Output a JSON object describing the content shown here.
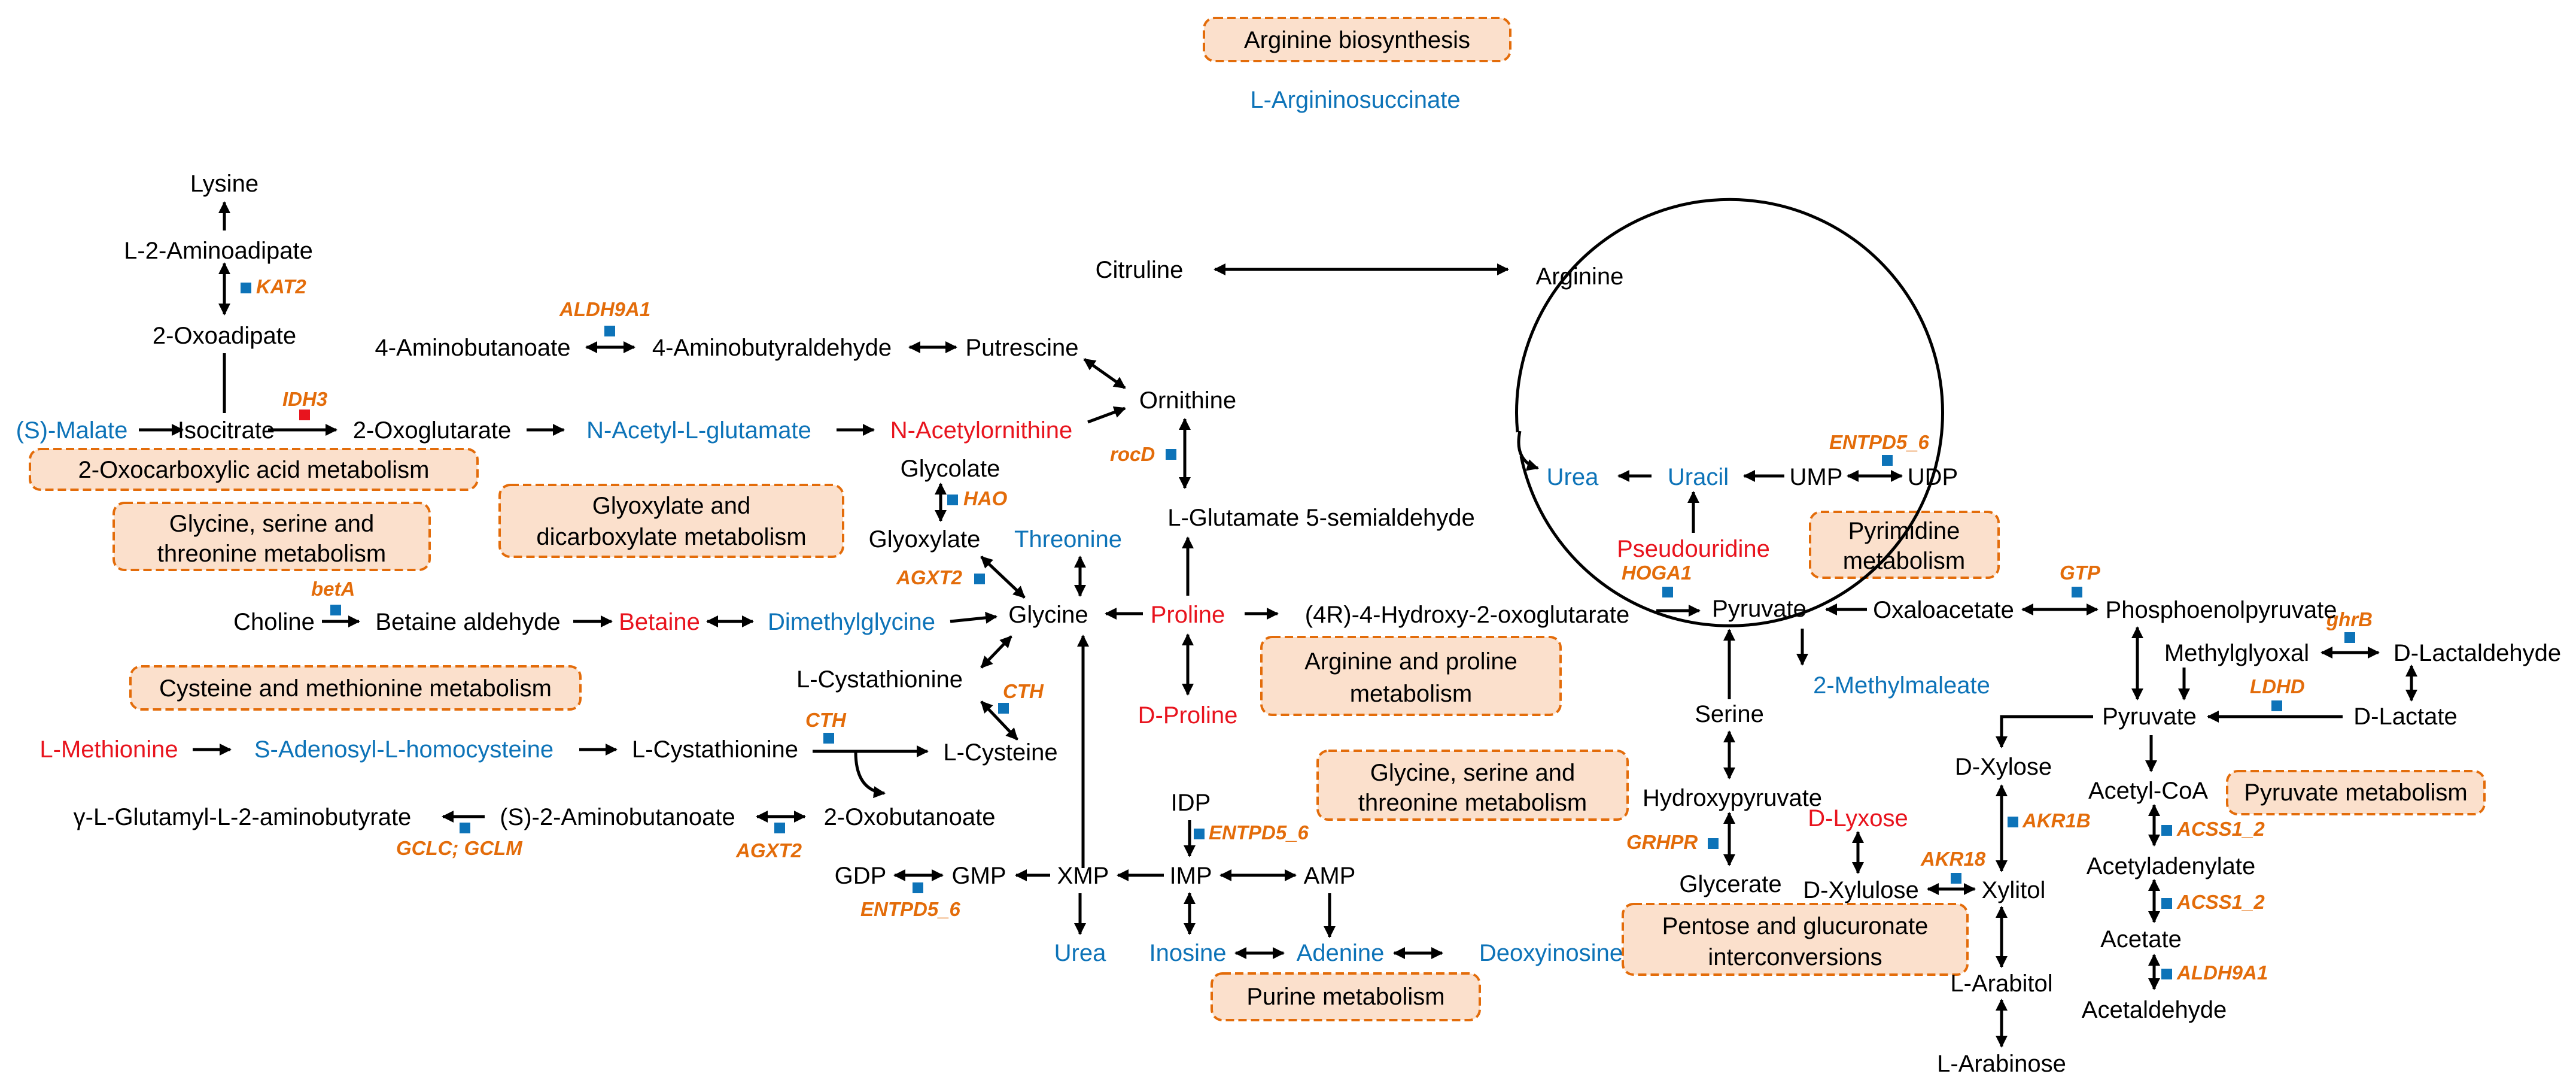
{
  "colors": {
    "metabolite": "#000000",
    "up": "#e8141e",
    "down": "#0d73b8",
    "gene_label": "#e36c0a",
    "gene_marker": "#0d73b8",
    "gene_marker_up": "#e8141e",
    "pathway_fill": "#fbe0cc",
    "pathway_border": "#e36c0a"
  },
  "metabolites": {
    "l_argininosuccinate": "L-Argininosuccinate",
    "citruline": "Citruline",
    "arginine": "Arginine",
    "lysine": "Lysine",
    "l2_aminoadipate": "L-2-Aminoadipate",
    "oxoadipate": "2-Oxoadipate",
    "aminobutanoate4": "4-Aminobutanoate",
    "aminobutyraldehyde": "4-Aminobutyraldehyde",
    "putrescine": "Putrescine",
    "ornithine": "Ornithine",
    "s_malate": "(S)-Malate",
    "isocitrate": "Isocitrate",
    "oxoglutarate": "2-Oxoglutarate",
    "n_acetyl_glutamate": "N-Acetyl-L-glutamate",
    "n_acetylornithine": "N-Acetylornithine",
    "urea_right": "Urea",
    "uracil": "Uracil",
    "ump": "UMP",
    "udp": "UDP",
    "glycolate": "Glycolate",
    "glyoxylate": "Glyoxylate",
    "threonine": "Threonine",
    "glutamate_semialdehyde": "L-Glutamate 5-semialdehyde",
    "pseudouridine": "Pseudouridine",
    "choline": "Choline",
    "betaine_aldehyde": "Betaine aldehyde",
    "betaine": "Betaine",
    "dimethylglycine": "Dimethylglycine",
    "glycine": "Glycine",
    "proline": "Proline",
    "hydroxy_oxoglutarate": "(4R)-4-Hydroxy-2-oxoglutarate",
    "pyruvate_mid": "Pyruvate",
    "oxaloacetate": "Oxaloacetate",
    "phosphoenolpyruvate": "Phosphoenolpyruvate",
    "methylglyoxal": "Methylglyoxal",
    "d_lactaldehyde": "D-Lactaldehyde",
    "methylmaleate": "2-Methylmaleate",
    "l_cystathionine_a": "L-Cystathionine",
    "d_proline": "D-Proline",
    "serine": "Serine",
    "pyruvate_right": "Pyruvate",
    "d_lactate": "D-Lactate",
    "l_methionine": "L-Methionine",
    "s_adenosyl_homocysteine": "S-Adenosyl-L-homocysteine",
    "l_cystathionine_b": "L-Cystathionine",
    "l_cysteine": "L-Cysteine",
    "d_xylose": "D-Xylose",
    "acetyl_coa": "Acetyl-CoA",
    "hydroxypyruvate": "Hydroxypyruvate",
    "glutamyl_aminobutyrate": "γ-L-Glutamyl-L-2-aminobutyrate",
    "aminobutanoate2": "(S)-2-Aminobutanoate",
    "oxobutanoate": "2-Oxobutanoate",
    "idp": "IDP",
    "d_lyxose": "D-Lyxose",
    "acetyladenylate": "Acetyladenylate",
    "gdp": "GDP",
    "gmp": "GMP",
    "xmp": "XMP",
    "imp": "IMP",
    "amp": "AMP",
    "glycerate": "Glycerate",
    "d_xylulose": "D-Xylulose",
    "xylitol": "Xylitol",
    "acetate": "Acetate",
    "urea_left": "Urea",
    "inosine": "Inosine",
    "adenine": "Adenine",
    "deoxyinosine": "Deoxyinosine",
    "l_arabitol": "L-Arabitol",
    "acetaldehyde": "Acetaldehyde",
    "l_arabinose": "L-Arabinose"
  },
  "genes": {
    "kat2": "KAT2",
    "aldh9a1_top": "ALDH9A1",
    "idh3": "IDH3",
    "rocd": "rocD",
    "entpd5_6_top": "ENTPD5_6",
    "hao": "HAO",
    "agxt2_top": "AGXT2",
    "hoga1": "HOGA1",
    "gtp": "GTP",
    "ghrb": "ghrB",
    "beta": "betA",
    "cth_top": "CTH",
    "ldhd": "LDHD",
    "cth_bottom": "CTH",
    "akr1b": "AKR1B",
    "acss1_2_top": "ACSS1_2",
    "entpd5_6_mid": "ENTPD5_6",
    "gclc_gclm": "GCLC; GCLM",
    "agxt2_bottom": "AGXT2",
    "grhpr": "GRHPR",
    "akr18": "AKR18",
    "acss1_2_bottom": "ACSS1_2",
    "entpd5_6_bottom": "ENTPD5_6",
    "aldh9a1_bottom": "ALDH9A1"
  },
  "pathways": {
    "arginine_biosynthesis": "Arginine biosynthesis",
    "oxocarboxylic": "2-Oxocarboxylic acid metabolism",
    "gly_ser_thr_left_l1": "Glycine, serine and",
    "gly_ser_thr_left_l2": "threonine metabolism",
    "glyoxylate_l1": "Glyoxylate and",
    "glyoxylate_l2": "dicarboxylate metabolism",
    "pyrimidine_l1": "Pyrimidine",
    "pyrimidine_l2": "metabolism",
    "cys_met": "Cysteine and methionine metabolism",
    "arg_pro_l1": "Arginine and proline",
    "arg_pro_l2": "metabolism",
    "gly_ser_thr_mid_l1": "Glycine, serine and",
    "gly_ser_thr_mid_l2": "threonine metabolism",
    "pyruvate": "Pyruvate metabolism",
    "pentose_l1": "Pentose and glucuronate",
    "pentose_l2": "interconversions",
    "purine": "Purine metabolism"
  }
}
